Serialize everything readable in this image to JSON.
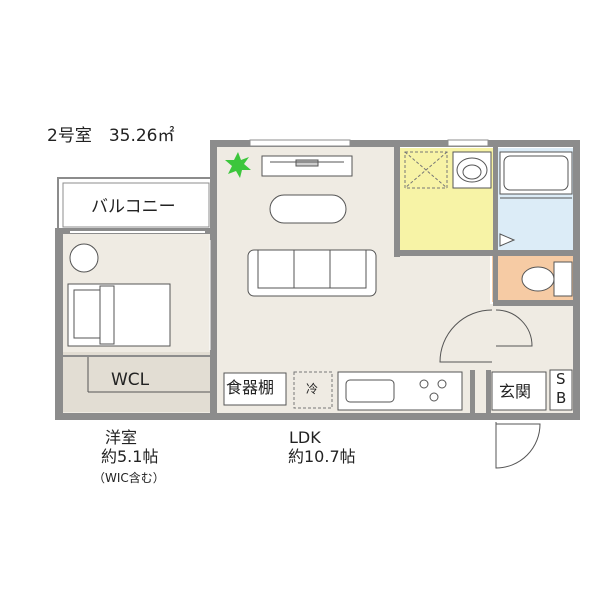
{
  "plan": {
    "title": "2号室　35.26㎡"
  },
  "rooms": {
    "balcony": "バルコニー",
    "wcl": "WCL",
    "shokkidana": "食器棚",
    "fridge": "冷",
    "genkan": "玄関",
    "sb_top": "S",
    "sb_bottom": "B"
  },
  "areas": {
    "western": {
      "name": "洋室",
      "size": "約5.1帖",
      "note": "（WIC含む）"
    },
    "ldk": {
      "name": "LDK",
      "size": "約10.7帖"
    }
  },
  "colors": {
    "wall": "#8c8c8c",
    "wall_dark": "#6f6f6f",
    "floor": "#efebe3",
    "closet_floor": "#e2ddd3",
    "bath": "#dcecf7",
    "washroom": "#f7f3a6",
    "toilet": "#f6cba4",
    "plant": "#3cc63c",
    "fixture_line": "#444444"
  }
}
